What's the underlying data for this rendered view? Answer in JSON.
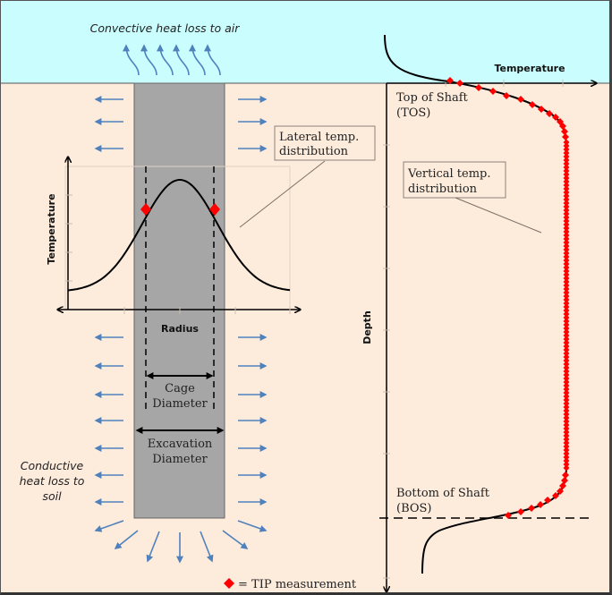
{
  "colors": {
    "air": "#c9fdfe",
    "soil": "#fdebdc",
    "shaft": "#a6a6a6",
    "arrow": "#4f81bd",
    "curve": "#000000",
    "tip_marker": "#ff0000",
    "callout_border": "#8c8178"
  },
  "labels": {
    "convective": "Convective heat loss to air",
    "conductive_line1": "Conductive",
    "conductive_line2": "heat loss to",
    "conductive_line3": "soil",
    "lateral_line1": "Lateral temp.",
    "lateral_line2": "distribution",
    "vertical_line1": "Vertical temp.",
    "vertical_line2": "distribution",
    "cage_line1": "Cage",
    "cage_line2": "Diameter",
    "excavation_line1": "Excavation",
    "excavation_line2": "Diameter",
    "top_of_shaft_line1": "Top of Shaft",
    "top_of_shaft_line2": "(TOS)",
    "bottom_of_shaft_line1": "Bottom of Shaft",
    "bottom_of_shaft_line2": "(BOS)",
    "legend": "= TIP measurement"
  },
  "lateral_chart": {
    "xlabel": "Radius",
    "ylabel": "Temperature",
    "description": "bell-shaped lateral temperature profile across the shaft, peak at center",
    "tip_points": 2
  },
  "vertical_chart": {
    "xlabel": "Temperature",
    "ylabel": "Depth",
    "description": "temperature rises from top of shaft, plateaus along shaft, drops near bottom of shaft",
    "tip_marker": "diamond"
  }
}
